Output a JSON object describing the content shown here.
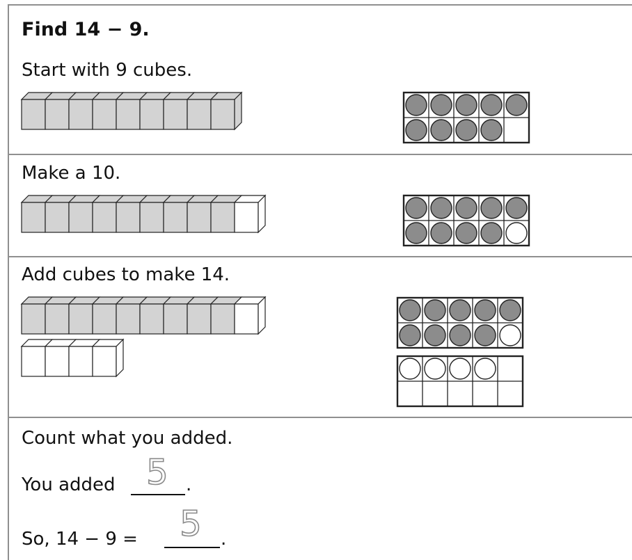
{
  "title": "Find 14 − 9.",
  "sections": [
    {
      "instruction": "Start with 9 cubes.",
      "cubes_row1": {
        "shaded": 9,
        "unshaded": 0
      },
      "ten_frame": {
        "gray": 9,
        "white": 0
      }
    },
    {
      "instruction": "Make a 10.",
      "cubes_row1": {
        "shaded": 9,
        "unshaded": 1
      },
      "ten_frame": {
        "gray": 9,
        "white": 1
      }
    },
    {
      "instruction": "Add cubes to make 14.",
      "cubes_row1": {
        "shaded": 9,
        "unshaded": 1
      },
      "cubes_row2": {
        "shaded": 0,
        "unshaded": 4
      },
      "ten_frame": {
        "gray": 9,
        "white": 1
      },
      "ten_frame_2": {
        "gray": 0,
        "white": 4
      }
    }
  ],
  "count": {
    "instruction": "Count what you added.",
    "added_prefix": "You added",
    "added_answer": "5",
    "period": ".",
    "equation_prefix": "So, 14 − 9 =",
    "equation_answer": "5"
  },
  "colors": {
    "cube_fill": "#d3d3d3",
    "counter_fill": "#8c8c8c",
    "line": "#222222",
    "divider": "#8f8f8f"
  }
}
